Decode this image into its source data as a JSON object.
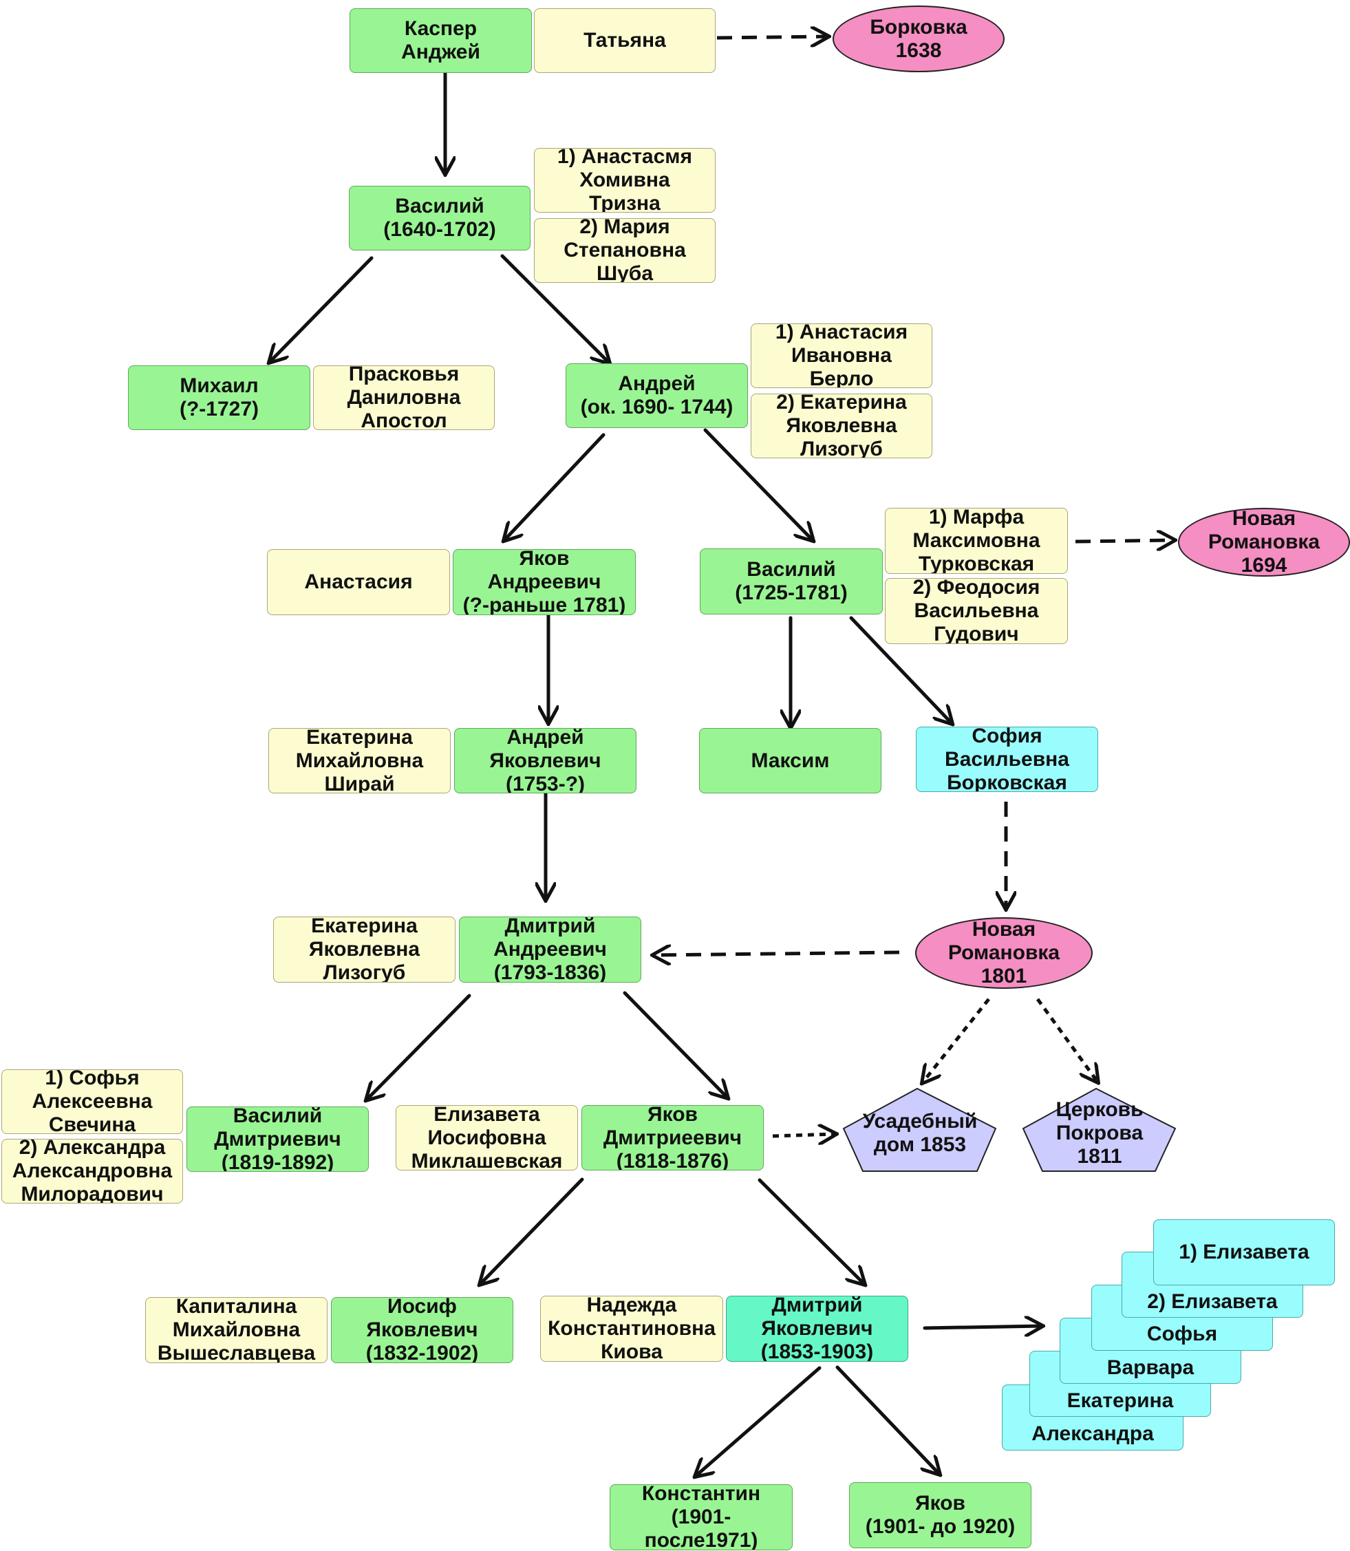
{
  "colors": {
    "person_male": "#99f593",
    "person_highlight": "#66f7c6",
    "spouse": "#fdfcd0",
    "daughter": "#99fdfd",
    "place": "#f58ec2",
    "building": "#ccccff",
    "arrow": "#111111"
  },
  "persons": {
    "kasper": "Каспер\nАнджей",
    "tatyana": "Татьяна",
    "vasiliy1": "Василий\n(1640-1702)",
    "vasiliy1_wife1": "1) Анастасмя\nХомивна\nТризна",
    "vasiliy1_wife2": "2) Мария\nСтепановна\nШуба",
    "mikhail": "Михаил\n(?-1727)",
    "praskovya": "Прасковья\nДаниловна\nАпостол",
    "andrey1": "Андрей\n(ок. 1690- 1744)",
    "andrey1_wife1": "1) Анастасия\nИвановна\nБерло",
    "andrey1_wife2": "2) Екатерина\nЯковлевна\nЛизогуб",
    "anastasiya": "Анастасия",
    "yakov1": "Яков\nАндреевич\n(?-раньше 1781)",
    "vasiliy2": "Василий\n(1725-1781)",
    "vasiliy2_wife1": "1) Марфа\nМаксимовна\nТурковская",
    "vasiliy2_wife2": "2) Феодосия\nВасильевна\nГудович",
    "ekaterina_shiray": "Екатерина\nМихайловна\nШирай",
    "andrey2": "Андрей\nЯковлевич\n(1753-?)",
    "maksim": "Максим",
    "sofiya_v": "София\nВасильевна\nБорковская",
    "ekaterina_lizogub": "Екатерина\nЯковлевна\nЛизогуб",
    "dmitriy1": "Дмитрий\nАндреевич\n(1793-1836)",
    "vasiliy3_wife1": "1) Софья\nАлексеевна\nСвечина",
    "vasiliy3_wife2": "2) Александра\nАлександровна\nМилорадович",
    "vasiliy3": "Василий\nДмитриевич\n(1819-1892)",
    "elizaveta_m": "Елизавета\nИосифовна\nМиклашевская",
    "yakov2": "Яков\nДмитриеевич\n(1818-1876)",
    "kapitalina": "Капиталина\nМихайловна\nВышеславцева",
    "iosif": "Иосиф\nЯковлевич\n(1832-1902)",
    "nadezhda": "Надежда\nКонстантиновна\nКиова",
    "dmitriy2": "Дмитрий\nЯковлевич\n(1853-1903)",
    "konstantin": "Константин\n(1901- после1971)",
    "yakov3": "Яков\n(1901- до 1920)"
  },
  "places": {
    "borkovka": "Борковка\n1638",
    "nr1694": "Новая\nРомановка\n1694",
    "nr1801": "Новая\nРомановка\n1801"
  },
  "buildings": {
    "usadba": "Усадебный\nдом 1853",
    "church": "Церковь\nПокрова\n1811"
  },
  "daughters": [
    "1) Елизавета",
    "2) Елизавета",
    "Софья",
    "Варвара",
    "Екатерина",
    "Александра"
  ]
}
